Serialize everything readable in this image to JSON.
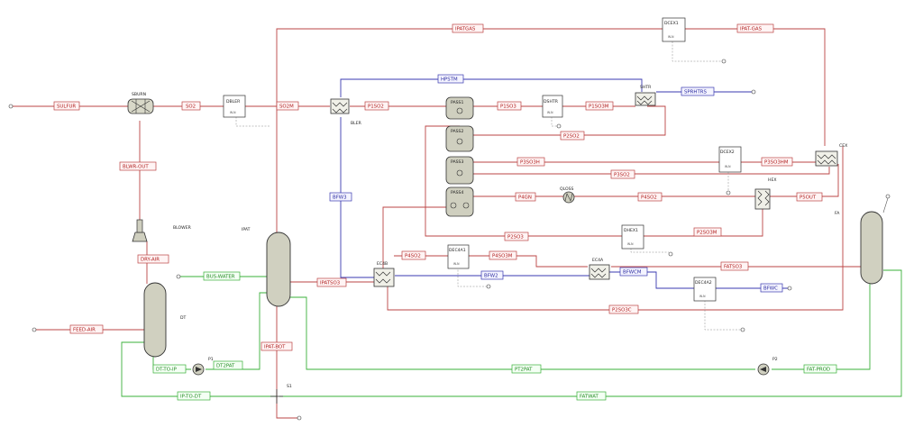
{
  "blocks": {
    "SBURN": "SBURN",
    "DBLER": "DBLER",
    "BLER": "BLER",
    "PASS1": "PASS1",
    "PASS2": "PASS2",
    "PASS3": "PASS3",
    "PASS4": "PASS4",
    "DSHTR": "DSHTR",
    "SHTR": "SHTR",
    "DCEX1": "DCEX1",
    "DCEX2": "DCEX2",
    "CEX": "CEX",
    "HEX": "HEX",
    "QLOSS": "QLOSS",
    "DHEX1": "DHEX1",
    "ECAB": "EC4B",
    "ECA": "EC4A",
    "DECAA1": "DEC4A1",
    "DECAA2": "DEC4A2",
    "FA": "FA",
    "IPAT": "IPAT",
    "DT": "DT",
    "BLOWER": "BLOWER",
    "P1": "P1",
    "P2": "P2",
    "S1": "S1"
  },
  "streams": {
    "SULFUR": "SULFUR",
    "SO2": "SO2",
    "SO2M": "SO2M",
    "P1SO2": "P1SO2",
    "P1SO3": "P1SO3",
    "P1SO3M": "P1SO3M",
    "SPRHTRS": "SPRHTRS",
    "HPSTM": "HPSTM",
    "IPATGAS1": "IPATGAS",
    "IPATGAS2": "IPAT-GAS",
    "P2SO2": "P2SO2",
    "P3SO3H": "P3SO3H",
    "P3SO3HM": "P3SO3HM",
    "P3SO2": "P3SO2",
    "P4SO2a": "P4SO2",
    "P4GN": "P4GN",
    "P5OUT": "P5OUT",
    "P2SO3": "P2SO3",
    "P2SO3M": "P2SO3M",
    "P4SO2b": "P4SO2",
    "P4SO3M": "P4SO3M",
    "FATSO3": "FATSO3",
    "IPATSO3": "IPATSO3",
    "P2SO3C": "P2SO3C",
    "BFW3": "BFW3",
    "BFW2": "BFW2",
    "BFWCM": "BFWCM",
    "BFWC": "BFWC",
    "BLWROUT": "BLWR-OUT",
    "DRYAIR": "DRY-AIR",
    "FEEDAIR": "FEED-AIR",
    "IPATBOT": "IPAT-BOT",
    "DTTOIP": "DT-TO-IP",
    "DT2PAT": "DT2PAT",
    "PT2PAT": "PT2PAT",
    "FATPROD": "FAT-PROD",
    "IPTODT": "IP-TO-DT",
    "FATWAT": "FATWAT",
    "BUSWATER": "BUS-WATER"
  },
  "mini_note": "W-N"
}
